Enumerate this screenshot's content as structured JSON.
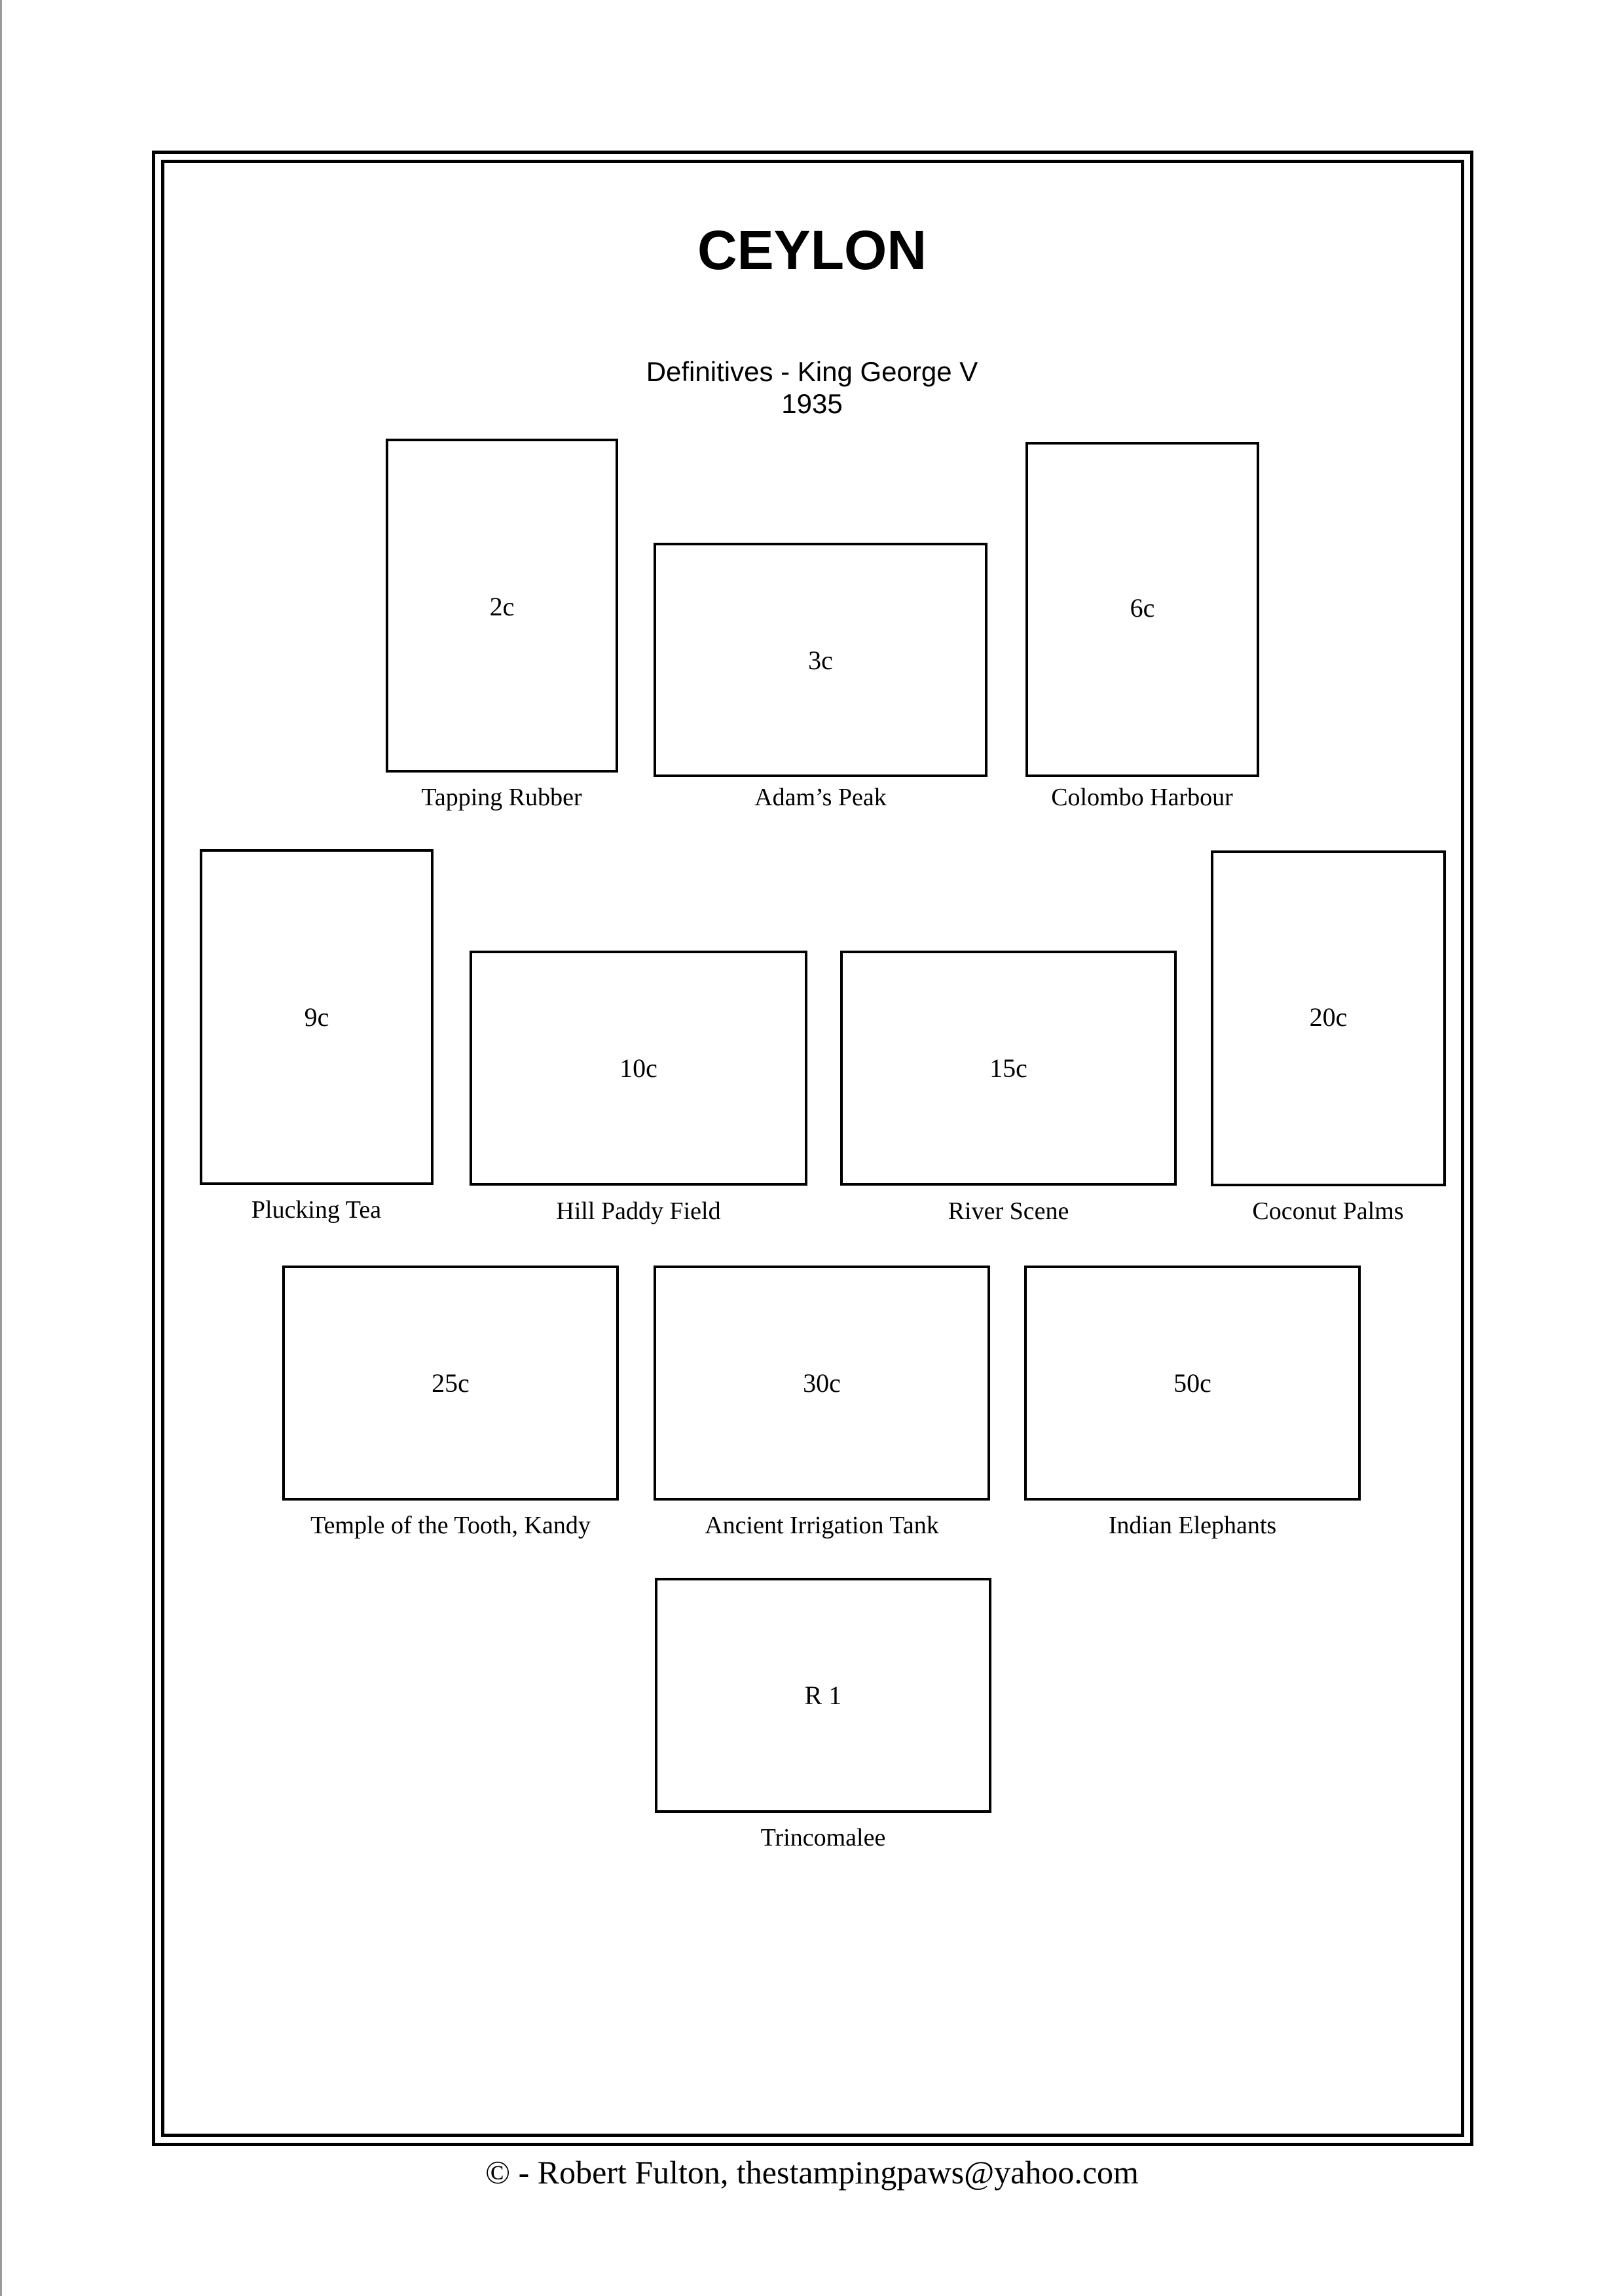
{
  "page": {
    "title": "CEYLON",
    "subtitle_line1": "Definitives - King George V",
    "subtitle_line2": "1935"
  },
  "stamps": [
    {
      "value": "2c",
      "caption": "Tapping Rubber"
    },
    {
      "value": "3c",
      "caption": "Adam’s Peak"
    },
    {
      "value": "6c",
      "caption": "Colombo Harbour"
    },
    {
      "value": "9c",
      "caption": "Plucking Tea"
    },
    {
      "value": "10c",
      "caption": "Hill Paddy Field"
    },
    {
      "value": "15c",
      "caption": "River Scene"
    },
    {
      "value": "20c",
      "caption": "Coconut Palms"
    },
    {
      "value": "25c",
      "caption": "Temple of the Tooth, Kandy"
    },
    {
      "value": "30c",
      "caption": "Ancient Irrigation Tank"
    },
    {
      "value": "50c",
      "caption": "Indian Elephants"
    },
    {
      "value": "R 1",
      "caption": "Trincomalee"
    }
  ],
  "footer": {
    "text": "©  -  Robert Fulton, thestampingpaws@yahoo.com"
  }
}
